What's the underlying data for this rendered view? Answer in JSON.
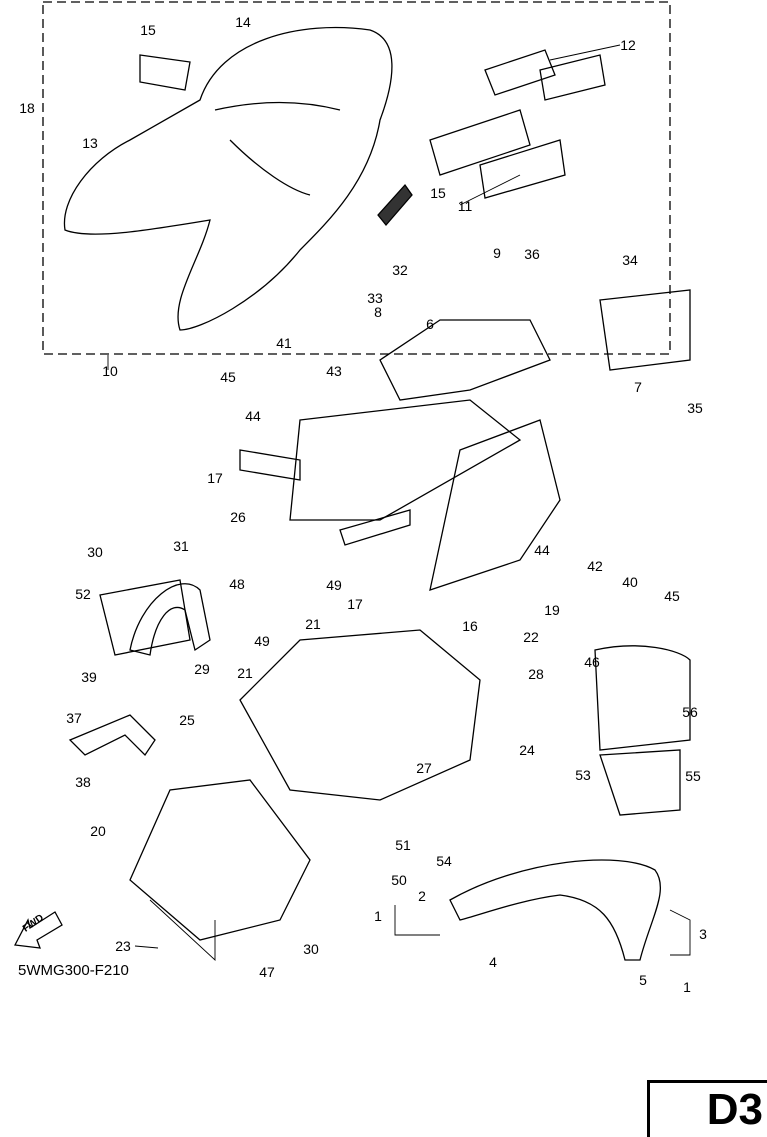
{
  "diagram": {
    "code": "5WMG300-F210",
    "page_id": "D3",
    "forward_label": "FWD",
    "callouts": [
      "15",
      "14",
      "12",
      "18",
      "13",
      "15",
      "11",
      "9",
      "36",
      "34",
      "32",
      "33",
      "8",
      "6",
      "41",
      "10",
      "45",
      "43",
      "7",
      "35",
      "44",
      "17",
      "26",
      "30",
      "31",
      "44",
      "42",
      "40",
      "45",
      "52",
      "48",
      "49",
      "17",
      "19",
      "21",
      "49",
      "16",
      "22",
      "28",
      "46",
      "21",
      "29",
      "39",
      "56",
      "25",
      "37",
      "24",
      "38",
      "55",
      "27",
      "53",
      "20",
      "51",
      "54",
      "50",
      "2",
      "1",
      "3",
      "23",
      "30",
      "47",
      "4",
      "5",
      "1"
    ]
  }
}
